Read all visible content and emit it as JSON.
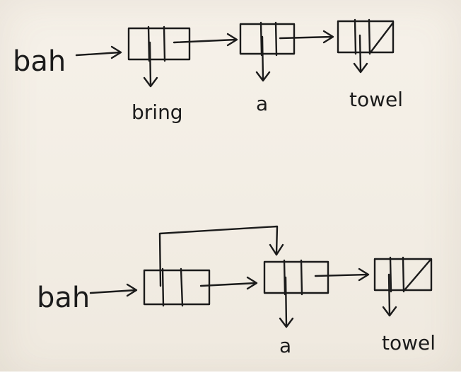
{
  "diagram_1": {
    "head_label": "bah",
    "node_values": [
      "bring",
      "a",
      "towel"
    ]
  },
  "diagram_2": {
    "head_label": "bah",
    "node_values": [
      "a",
      "towel"
    ]
  },
  "colors": {
    "paper": "#f4efe7",
    "ink": "#1b1b1b"
  }
}
